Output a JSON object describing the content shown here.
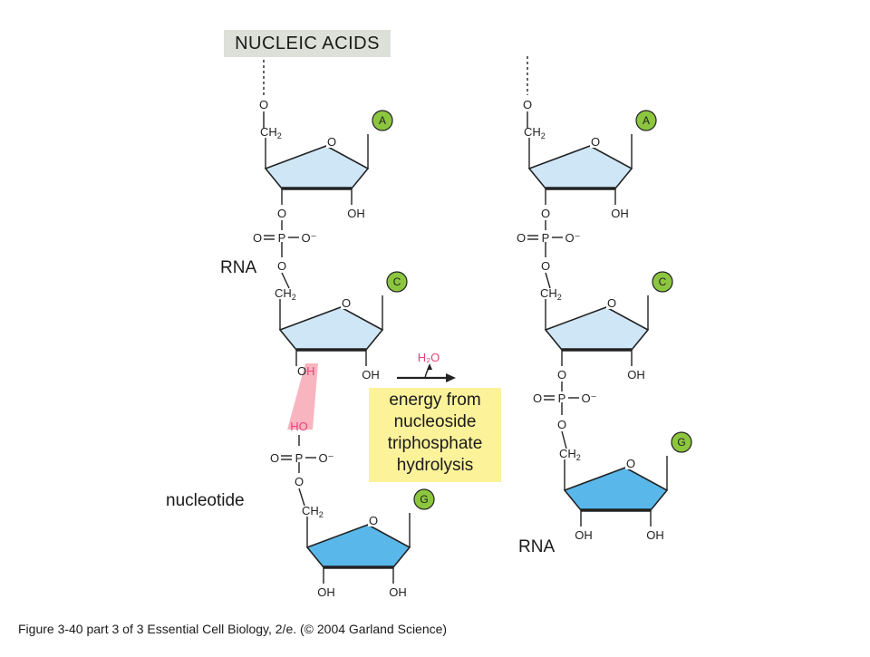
{
  "title": "NUCLEIC ACIDS",
  "labels": {
    "rna_left": "RNA",
    "rna_right": "RNA",
    "nucleotide": "nucleotide"
  },
  "reaction": {
    "water": "H₂O",
    "energy_lines": [
      "energy from",
      "nucleoside",
      "triphosphate",
      "hydrolysis"
    ]
  },
  "bases": [
    "A",
    "C",
    "G"
  ],
  "atoms": {
    "O": "O",
    "CH2": "CH",
    "CH2_sub": "2",
    "OH": "OH",
    "HO": "HO",
    "P": "P",
    "O_minus": "O⁻",
    "double_O": "O═"
  },
  "caption": "Figure 3-40 part 3 of 3  Essential Cell Biology, 2/e. (© 2004 Garland Science)",
  "colors": {
    "sugar_light": "#cfe6f6",
    "sugar_dark": "#5ab7ea",
    "base_green": "#8cc63f",
    "highlight_pink": "#f7a8b4",
    "pink_text": "#e8427c",
    "title_bg": "#dde0d8",
    "yellow_box": "#fbf29a"
  }
}
